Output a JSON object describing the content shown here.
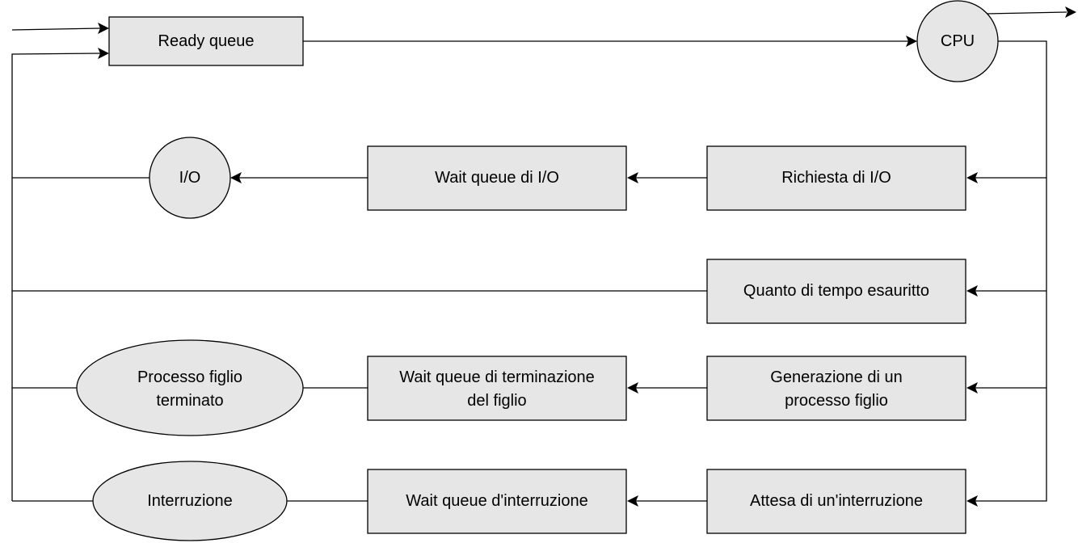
{
  "nodes": {
    "ready_queue": "Ready queue",
    "cpu": "CPU",
    "io": "I/O",
    "wait_queue_io": "Wait queue di I/O",
    "richiesta_io": "Richiesta di I/O",
    "quanto_tempo": "Quanto di tempo esauritto",
    "processo_figlio_terminato": [
      "Processo figlio",
      "terminato"
    ],
    "wait_queue_terminazione": [
      "Wait queue di terminazione",
      "del figlio"
    ],
    "generazione_figlio": [
      "Generazione di un",
      "processo figlio"
    ],
    "interruzione": "Interruzione",
    "wait_queue_interruzione": "Wait queue d'interruzione",
    "attesa_interruzione": "Attesa di un'interruzione"
  },
  "colors": {
    "node_fill": "#e6e6e6",
    "stroke": "#000000"
  }
}
